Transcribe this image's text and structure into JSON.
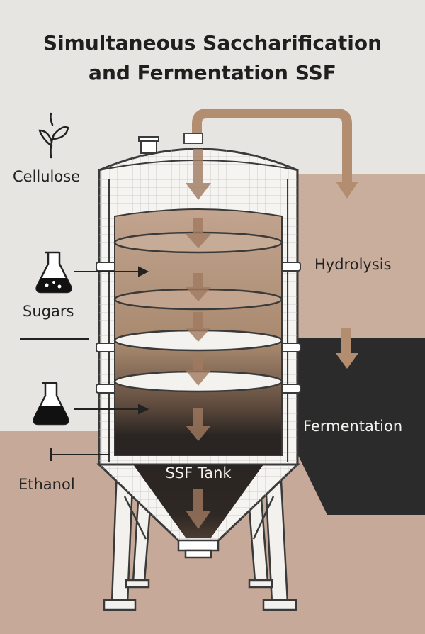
{
  "title": {
    "line1": "Simultaneous Saccharification",
    "line2": "and Fermentation SSF"
  },
  "labels": {
    "cellulose": "Cellulose",
    "sugars": "Sugars",
    "ethanol": "Ethanol",
    "hydrolysis": "Hydrolysis",
    "fermentation": "Fermentation",
    "tank": "SSF Tank"
  },
  "icons": {
    "cellulose": "plant-sprout-icon",
    "sugars": "flask-icon",
    "ethanol": "flask-icon"
  },
  "colors": {
    "background": "#e7e5e1",
    "hydrolysis_panel": "#c9ae9d",
    "fermentation_panel": "#2b2b2b",
    "liquid": "#b79a86",
    "pipe": "#b38d70"
  }
}
